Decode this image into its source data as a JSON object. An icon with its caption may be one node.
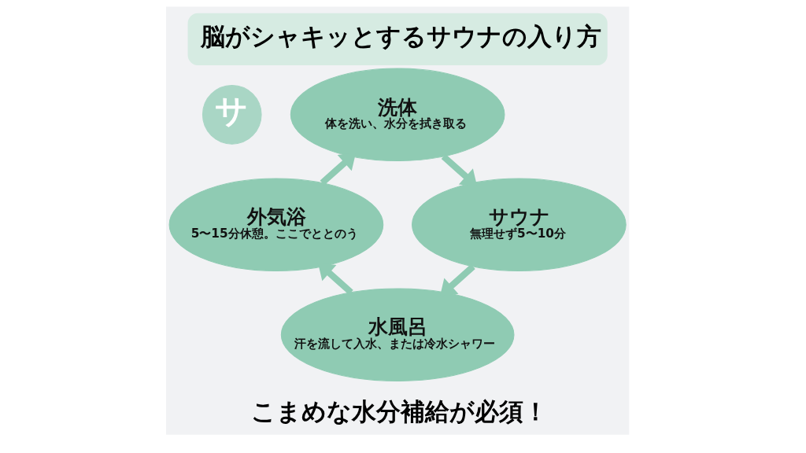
{
  "diagram": {
    "title": "脳がシャキッとするサウナの入り方",
    "nodes": [
      {
        "text": [
          "サ"
        ]
      },
      {
        "text": [
          "洗体",
          "体を洗い、水分を拭き取る"
        ]
      },
      {
        "text": [
          "外気浴",
          "5〜15分休憩。ここでととのう"
        ]
      },
      {
        "text": [
          "サウナ",
          "無理せず5〜10分"
        ]
      },
      {
        "text": [
          "水風呂",
          "汗を流して入水、または冷水シャワー"
        ]
      }
    ],
    "edges": [
      {
        "from": 1,
        "to": 3,
        "arrow": "to"
      },
      {
        "from": 3,
        "to": 4,
        "arrow": "to"
      },
      {
        "from": 4,
        "to": 2,
        "arrow": "to"
      },
      {
        "from": 2,
        "to": 1,
        "arrow": "to"
      }
    ],
    "labels": [
      "こまめな水分補給が必須！"
    ]
  }
}
